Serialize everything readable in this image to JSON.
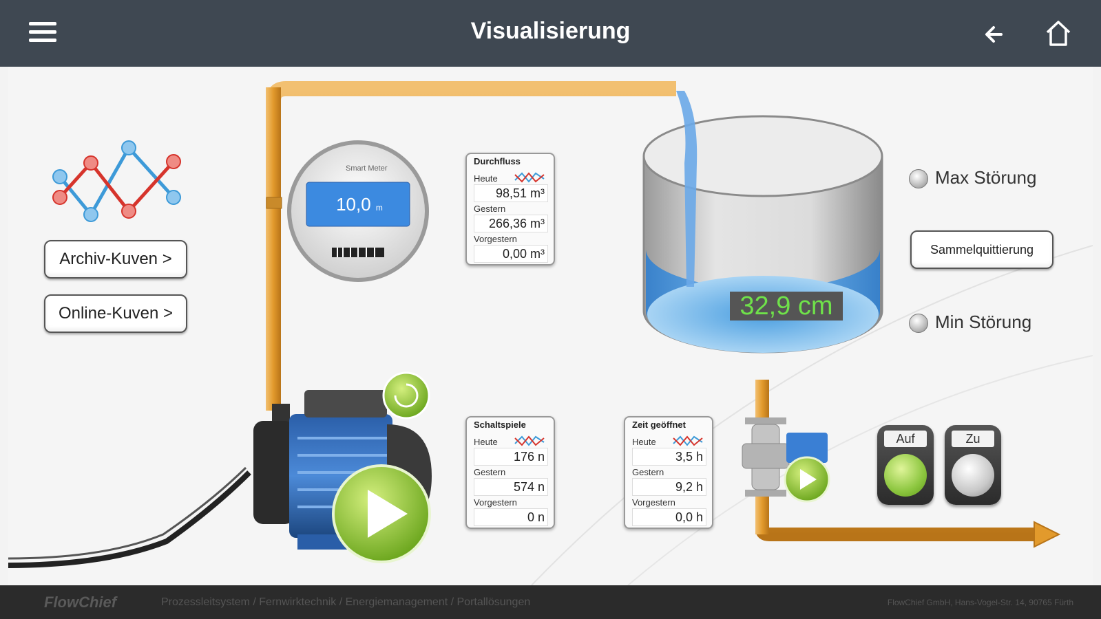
{
  "header": {
    "title": "Visualisierung"
  },
  "buttons": {
    "archiv": "Archiv-Kuven >",
    "online": "Online-Kuven >",
    "sammel": "Sammelquittierung"
  },
  "alarms": {
    "max": "Max Störung",
    "min": "Min Störung"
  },
  "tank": {
    "level": "32,9 cm"
  },
  "meter": {
    "brand": "Smart Meter",
    "value": "10,0",
    "unit": "m"
  },
  "panels": {
    "durchfluss": {
      "title": "Durchfluss",
      "heute_label": "Heute",
      "heute": "98,51 m³",
      "gestern_label": "Gestern",
      "gestern": "266,36 m³",
      "vorgestern_label": "Vorgestern",
      "vorgestern": "0,00 m³"
    },
    "schaltspiele": {
      "title": "Schaltspiele",
      "heute_label": "Heute",
      "heute": "176 n",
      "gestern_label": "Gestern",
      "gestern": "574 n",
      "vorgestern_label": "Vorgestern",
      "vorgestern": "0 n"
    },
    "zeit": {
      "title": "Zeit geöffnet",
      "heute_label": "Heute",
      "heute": "3,5 h",
      "gestern_label": "Gestern",
      "gestern": "9,2 h",
      "vorgestern_label": "Vorgestern",
      "vorgestern": "0,0 h"
    }
  },
  "controls": {
    "auf": "Auf",
    "zu": "Zu"
  },
  "footer": {
    "brand": "FlowChief",
    "tagline": "Prozessleitsystem / Fernwirktechnik / Energiemanagement / Portallösungen",
    "address": "FlowChief GmbH, Hans-Vogel-Str. 14, 90765 Fürth"
  },
  "colors": {
    "header": "#3f4852",
    "pipe": "#e6a33c",
    "water": "#5aaee6",
    "green": "#8cc63f"
  }
}
